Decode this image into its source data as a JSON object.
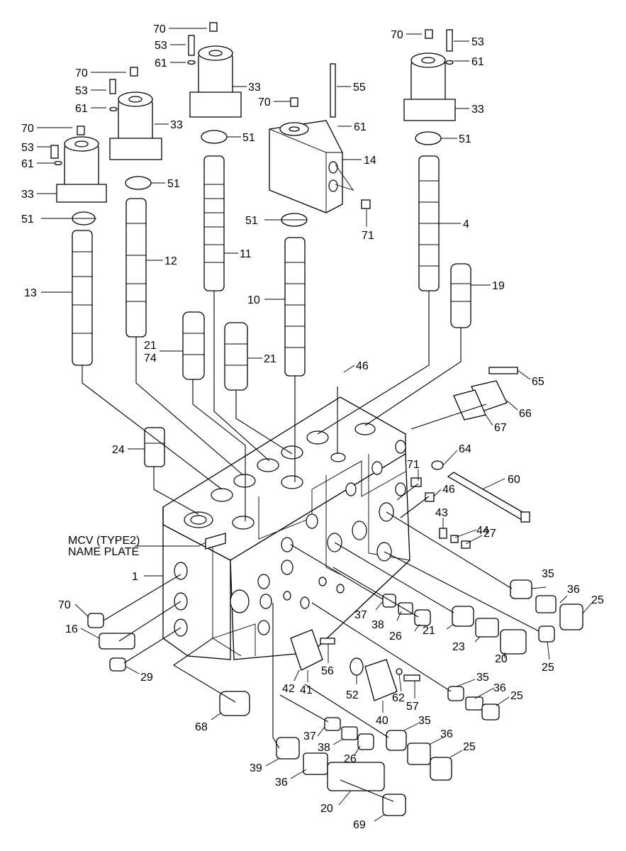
{
  "nameplate": [
    "MCV (TYPE2)",
    "NAME PLATE"
  ],
  "labels": {
    "p70a": "70",
    "p53a": "53",
    "p61a": "61",
    "p33a": "33",
    "p70b": "70",
    "p53b": "53",
    "p61b": "61",
    "p33b": "33",
    "p70c": "70",
    "p53c": "53",
    "p61c": "61",
    "p33c": "33",
    "p70d": "70",
    "p53d": "53",
    "p61d": "61",
    "p33d": "33",
    "p70e": "70",
    "p55": "55",
    "p61e": "61",
    "p14": "14",
    "p71a": "71",
    "p51a": "51",
    "p51b": "51",
    "p51c": "51",
    "p51d": "51",
    "p51e": "51",
    "p13": "13",
    "p12": "12",
    "p11": "11",
    "p10": "10",
    "p4": "4",
    "p19": "19",
    "p21a": "21",
    "p74": "74",
    "p21b": "21",
    "p46a": "46",
    "p65": "65",
    "p66": "66",
    "p67": "67",
    "p24": "24",
    "p64": "64",
    "p71b": "71",
    "p46b": "46",
    "p60": "60",
    "p43": "43",
    "p44": "44",
    "p27": "27",
    "p1": "1",
    "p70f": "70",
    "p16": "16",
    "p29": "29",
    "p68": "68",
    "p35a": "35",
    "p36a": "36",
    "p25a": "25",
    "p25b": "25",
    "p37a": "37",
    "p38a": "38",
    "p26a": "26",
    "p21c": "21",
    "p23": "23",
    "p20a": "20",
    "p42": "42",
    "p41": "41",
    "p56": "56",
    "p52": "52",
    "p40": "40",
    "p62": "62",
    "p57": "57",
    "p35b": "35",
    "p36b": "36",
    "p25c": "25",
    "p37b": "37",
    "p38b": "38",
    "p26b": "26",
    "p35c": "35",
    "p36c": "36",
    "p25d": "25",
    "p39": "39",
    "p36d": "36",
    "p20b": "20",
    "p69": "69"
  }
}
